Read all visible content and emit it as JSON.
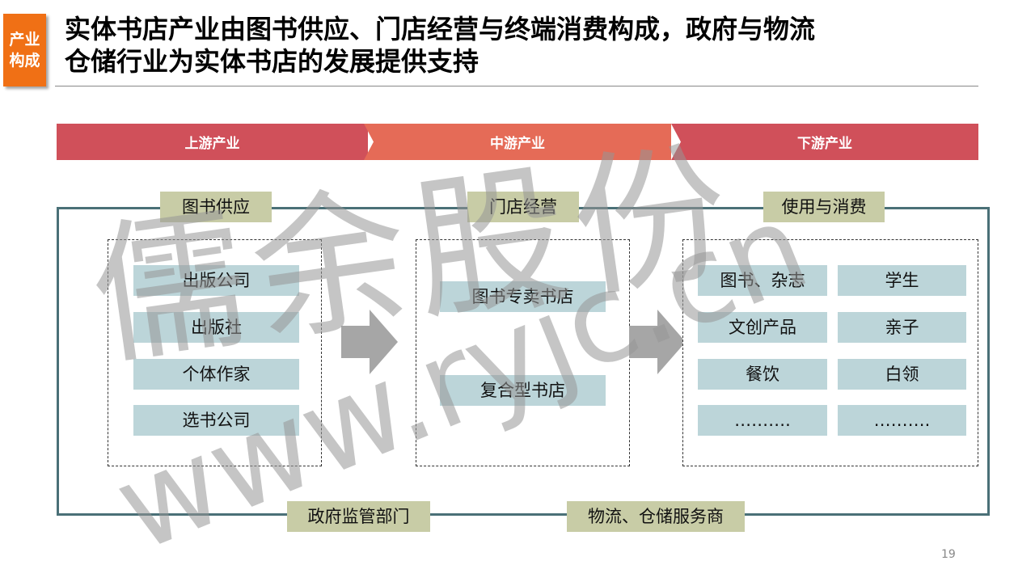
{
  "tag": [
    "产业",
    "构成"
  ],
  "title": [
    "实体书店产业由图书供应、门店经营与终端消费构成，政府与物流",
    "仓储行业为实体书店的发展提供支持"
  ],
  "bands": [
    "上游产业",
    "中游产业",
    "下游产业"
  ],
  "sections": [
    "图书供应",
    "门店经营",
    "使用与消费"
  ],
  "upstream": [
    "出版公司",
    "出版社",
    "个体作家",
    "选书公司"
  ],
  "midstream": [
    "图书专卖书店",
    "复合型书店"
  ],
  "downstream_left": [
    "图书、杂志",
    "文创产品",
    "餐饮",
    "………."
  ],
  "downstream_right": [
    "学生",
    "亲子",
    "白领",
    "………."
  ],
  "support": [
    "政府监管部门",
    "物流、仓储服务商"
  ],
  "watermark": [
    "儒余股份",
    "www.ryjc.cn"
  ],
  "page_number": "19",
  "colors": {
    "tag": "#F07015",
    "band_red": "#D0505A",
    "band_orange": "#E56B57",
    "frame": "#4A7077"
  }
}
